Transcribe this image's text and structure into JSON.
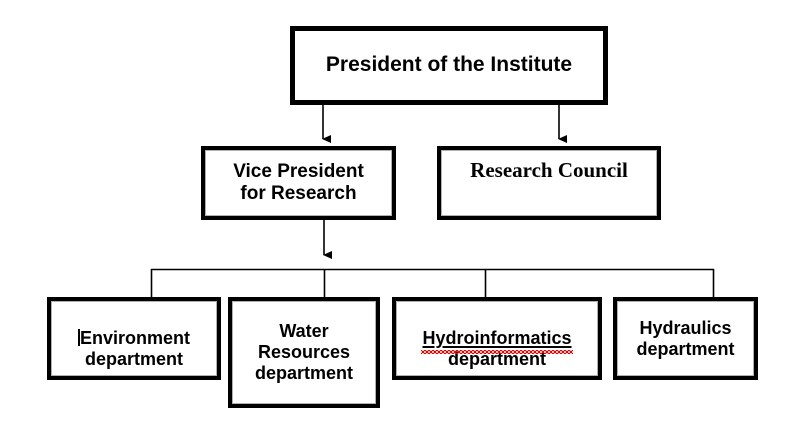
{
  "diagram": {
    "type": "organizational-chart",
    "title": "Institute research organisation chart",
    "colors": {
      "box_border": "#000000",
      "box_inner_border": "#b0b0b0",
      "box_fill": "#ffffff",
      "connector": "#000000",
      "spellcheck_underline": "#ee0000",
      "page_background": "#ffffff"
    },
    "levels": [
      {
        "level": 1,
        "nodes": [
          {
            "id": "president",
            "label": "President of the Institute",
            "font": "sans-serif-bold",
            "lines": 1
          }
        ]
      },
      {
        "level": 2,
        "nodes": [
          {
            "id": "vice-president",
            "label": "Vice President\nfor Research",
            "font": "sans-serif-bold",
            "lines": 2
          },
          {
            "id": "research-council",
            "label": "Research Council",
            "font": "serif-bold",
            "lines": 1
          }
        ]
      },
      {
        "level": 3,
        "nodes": [
          {
            "id": "environment",
            "label_line_1": "Environment",
            "label_line_2": "department",
            "font": "sans-serif-bold",
            "has_text_caret": true,
            "lines": 2
          },
          {
            "id": "water-resources",
            "label": "Water\nResources\ndepartment",
            "font": "sans-serif-bold",
            "lines": 3
          },
          {
            "id": "hydroinformatics",
            "label_line_1": "Hydroinformatics",
            "label_line_2": "department",
            "font": "sans-serif-bold",
            "misspelled_word": "Hydroinformatics",
            "spellcheck_flagged": true,
            "lines": 2
          },
          {
            "id": "hydraulics",
            "label": "Hydraulics\ndepartment",
            "font": "sans-serif-bold",
            "lines": 2
          }
        ]
      }
    ],
    "connectors": [
      {
        "from": "president",
        "to": "vice-president",
        "style": "arrow"
      },
      {
        "from": "president",
        "to": "research-council",
        "style": "arrow"
      },
      {
        "from": "vice-president",
        "to": "department-bus",
        "style": "arrow"
      },
      {
        "from": "department-bus",
        "to": "environment",
        "style": "line"
      },
      {
        "from": "department-bus",
        "to": "water-resources",
        "style": "line"
      },
      {
        "from": "department-bus",
        "to": "hydroinformatics",
        "style": "line"
      },
      {
        "from": "department-bus",
        "to": "hydraulics",
        "style": "line"
      }
    ]
  }
}
